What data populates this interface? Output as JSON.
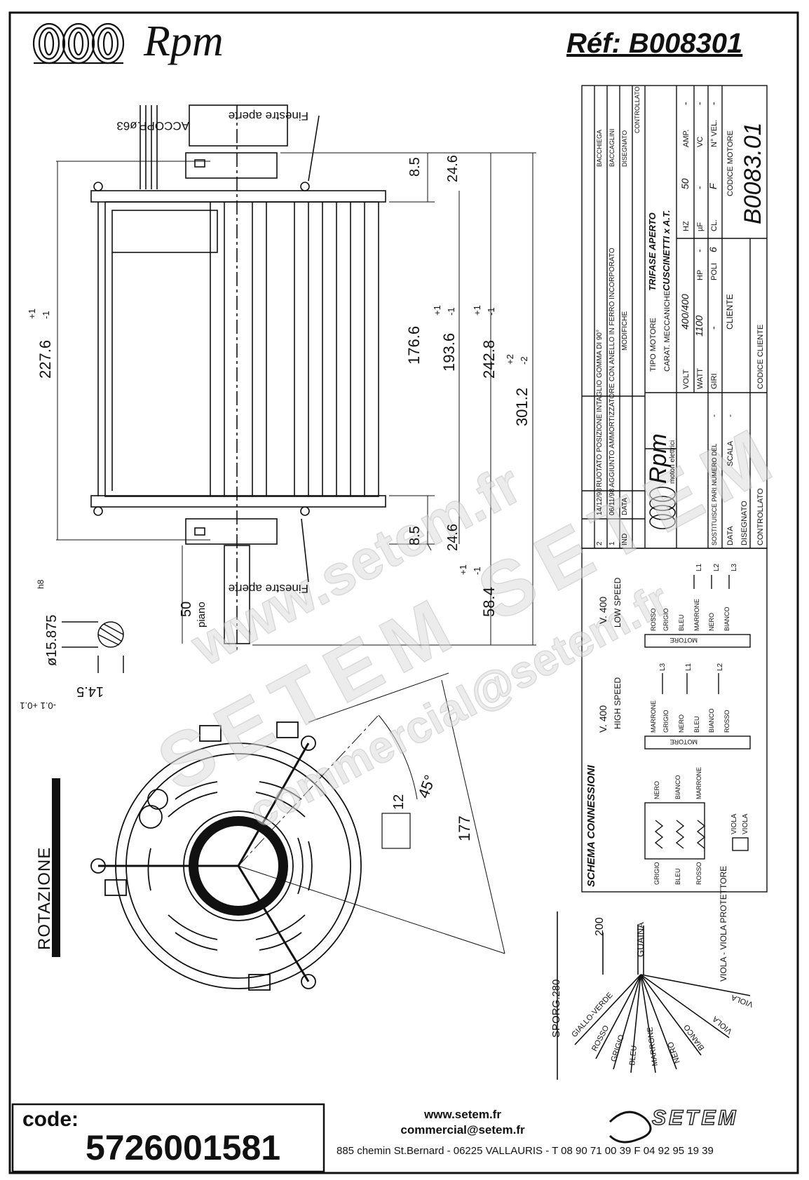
{
  "header": {
    "brand": "Rpm",
    "reference": "Réf:  B008301"
  },
  "drawing": {
    "accessory": "ACCOPP.ø63",
    "windows_label": "Finestre aperte",
    "dimensions": {
      "d227": "227.6",
      "d176": "176.6",
      "d193": "193.6",
      "d242": "242.8",
      "d301": "301.2",
      "d85a": "8.5",
      "d246a": "24.6",
      "d85b": "8.5",
      "d246b": "24.6",
      "d58": "58.4",
      "d50": "50",
      "piano": "piano",
      "shaft": "ø15.875",
      "shaft_tol": "h8",
      "flat": "14.5",
      "flat_tol": "-0.1 +0.1",
      "d177": "177",
      "d12": "12",
      "d45": "45°",
      "tol_plus1": "+1",
      "tol_minus1": "-1",
      "tol_plus2": "+2",
      "tol_minus2": "-2"
    },
    "rotation_label": "ROTAZIONE"
  },
  "title_block": {
    "revisions": [
      {
        "ind": "2",
        "date": "14/12/98",
        "text": "RUOTATO POSIZIONE INTAGLIO GOMMA DI 90°"
      },
      {
        "ind": "1",
        "date": "06/11/98",
        "text": "AGGIUNTO AMMORTIZZATORE CON ANELLO IN FERRO INCORPORATO"
      }
    ],
    "rev_headers": {
      "ind": "IND",
      "date": "DATA",
      "modifiche": "MODIFICHE"
    },
    "signatures": [
      "BACCHIEGA",
      "BACCAGLINI",
      "DISEGNATO",
      "CONTROLLATO"
    ],
    "company": "Rpm",
    "company_sub": "motori elettrici",
    "tipo_label": "TIPO MOTORE",
    "tipo_value": "TRIFASE APERTO",
    "mecc_label": "CARAT. MECCANICHE",
    "mecc_value": "CUSCINETTI x A.T.",
    "specs": [
      {
        "label": "VOLT",
        "value": "400/400",
        "label2": "HZ",
        "value2": "50",
        "label3": "AMP.",
        "value3": "-"
      },
      {
        "label": "WATT",
        "value": "1100",
        "label2": "HP",
        "value2": "-",
        "label3": "µF",
        "value3": "-",
        "label4": "VC",
        "value4": "-"
      },
      {
        "label": "GIRI",
        "value": "-",
        "label2": "POLI",
        "value2": "6",
        "label3": "CL.",
        "value3": "F",
        "label4": "N° VEL.",
        "value4": "-"
      }
    ],
    "cliente_label": "CLIENTE",
    "codice_motore_label": "CODICE MOTORE",
    "codice_motore": "B0083.01",
    "codice_cliente_label": "CODICE CLIENTE",
    "sostituisce": "SOSTITUISCE PARI NUMERO DEL",
    "sostituisce_val": "-",
    "scala": "SCALA",
    "scala_val": "-",
    "data": "DATA",
    "disegnato": "DISEGNATO",
    "controllato": "CONTROLLATO"
  },
  "connections": {
    "title": "SCHEMA CONNESSIONI",
    "low_speed": "LOW SPEED",
    "low_voltage": "V. 400",
    "high_speed": "HIGH SPEED",
    "high_voltage": "V. 400",
    "motore": "MOTORE",
    "low_wires": [
      "ROSSO",
      "GRIGIO",
      "BLEU",
      "MARRONE",
      "NERO",
      "BIANCO"
    ],
    "high_wires": [
      "MARRONE",
      "GRIGIO",
      "NERO",
      "BLEU",
      "BIANCO",
      "ROSSO"
    ],
    "lines": [
      "L1",
      "L2",
      "L3"
    ],
    "winding_top": [
      "NERO",
      "BIANCO",
      "MARRONE"
    ],
    "winding_bottom": [
      "GRIGIO",
      "BLEU",
      "ROSSO"
    ],
    "viola": "VIOLA"
  },
  "cable": {
    "guaina": "GUAINA",
    "length200": "200",
    "sporg": "SPORG.280",
    "protettore": "VIOLA - VIOLA PROTETTORE",
    "wires": [
      "GIALLO-VERDE",
      "ROSSO",
      "GRIGIO",
      "BLEU",
      "MARRONE",
      "NERO",
      "BIANCO",
      "VIOLA",
      "VIOLA"
    ]
  },
  "watermark": {
    "line1": "www.setem.fr",
    "line2": "SETEM SETEM",
    "line3": "commercial@setem.fr"
  },
  "footer": {
    "code_label": "code:",
    "code_value": "5726001581",
    "website": "www.setem.fr",
    "email": "commercial@setem.fr",
    "address": "885 chemin St.Bernard  -  06225 VALLAURIS  -  T 08 90 71 00 39  F 04 92 95 19 39",
    "logo": "SETEM"
  }
}
